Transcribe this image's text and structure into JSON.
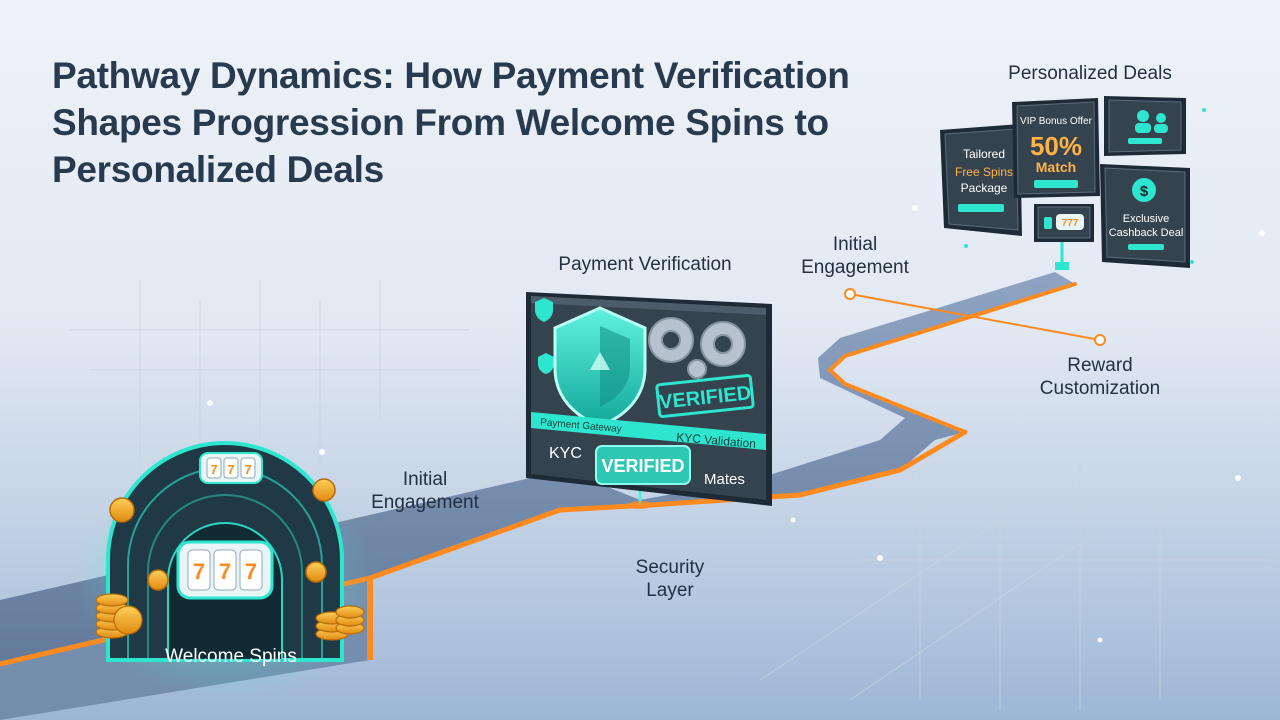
{
  "title": "Pathway Dynamics: How Payment Verification Shapes Progression From Welcome Spins to Personalized Deals",
  "stages": {
    "welcome": "Welcome Spins",
    "payment": "Payment Verification",
    "deals": "Personalized Deals"
  },
  "path_labels": {
    "initial_engagement_lower": [
      "Initial",
      "Engagement"
    ],
    "security_layer": [
      "Security",
      "Layer"
    ],
    "initial_engagement_upper": [
      "Initial",
      "Engagement"
    ],
    "reward_customization": [
      "Reward",
      "Customization"
    ]
  },
  "verification_panel": {
    "stamp": "VERIFIED",
    "strip_left": "Payment Gateway",
    "strip_right": "KYC Validation",
    "kyc": "KYC",
    "button": "VERIFIED",
    "right_text": "Mates"
  },
  "deal_cards": {
    "vip_line": "VIP Bonus Offer",
    "vip_big": "50%",
    "vip_match": "Match",
    "tailored_1": "Tailored",
    "tailored_2": "Free Spins",
    "tailored_3": "Package",
    "exclusive_1": "Exclusive",
    "exclusive_2": "Cashback Deal",
    "dollar": "$"
  },
  "colors": {
    "orange": "#ff8a1f",
    "teal": "#2ee6cf",
    "dark_panel": "#2f3d4c",
    "road": "#6f86a8"
  },
  "icons": [
    "slot-machine-icon",
    "coin-stack-icon",
    "shield-icon",
    "gear-icon",
    "users-icon",
    "dollar-icon"
  ]
}
